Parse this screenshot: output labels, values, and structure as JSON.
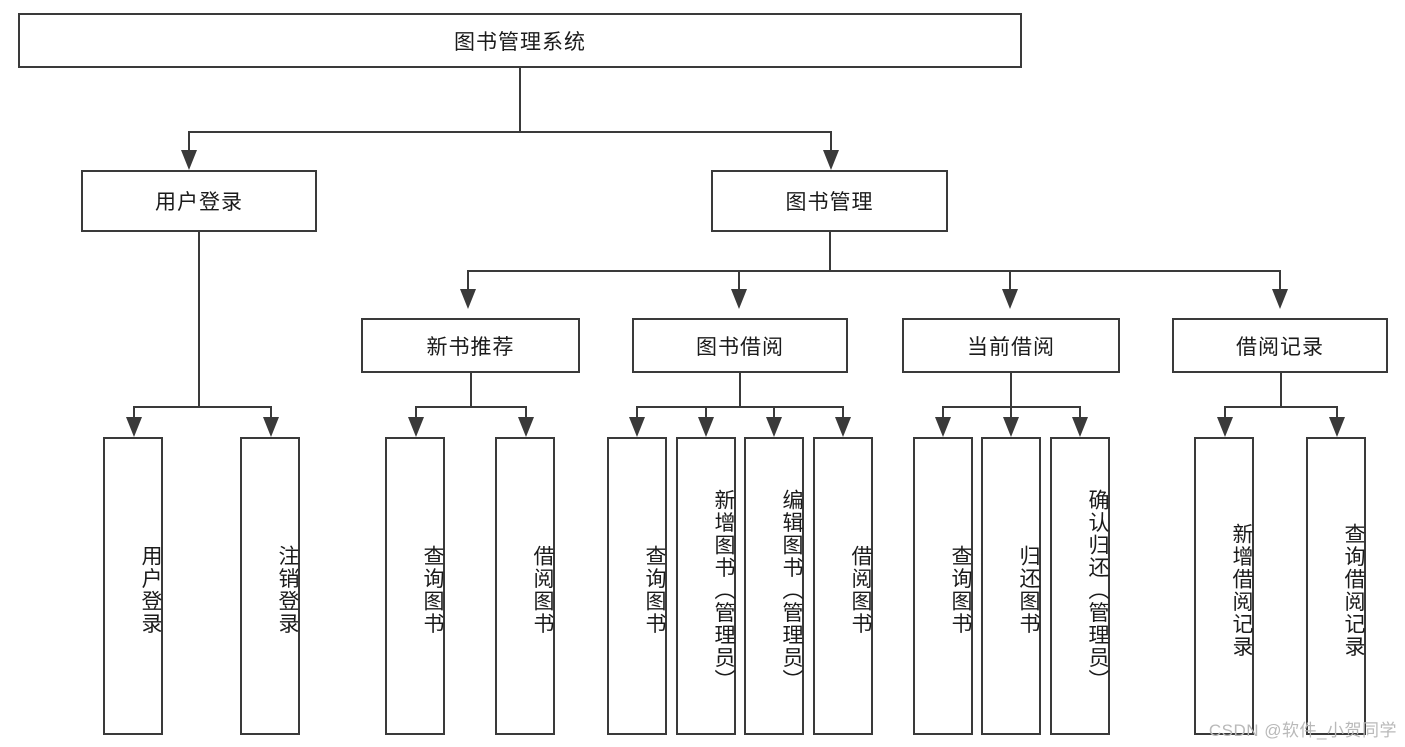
{
  "diagram": {
    "title": "图书管理系统",
    "type": "tree",
    "watermark": "CSDN @软件_小贺同学",
    "colors": {
      "stroke": "#3a3a3a",
      "box_fill": "#ffffff",
      "text": "#1b1b1b",
      "watermark": "#b9b9b9",
      "background": "#ffffff"
    },
    "levels": {
      "root": "图书管理系统",
      "level2": [
        "用户登录",
        "图书管理"
      ],
      "level3": [
        "新书推荐",
        "图书借阅",
        "当前借阅",
        "借阅记录"
      ]
    },
    "nodes": {
      "root": {
        "label": "图书管理系统"
      },
      "user_login": {
        "label": "用户登录"
      },
      "book_manage": {
        "label": "图书管理"
      },
      "new_book_rec": {
        "label": "新书推荐"
      },
      "book_borrow": {
        "label": "图书借阅"
      },
      "current_borrow": {
        "label": "当前借阅"
      },
      "borrow_record": {
        "label": "借阅记录"
      }
    },
    "leaves": {
      "user_login": [
        {
          "label": "用户登录"
        },
        {
          "label": "注销登录"
        }
      ],
      "new_book_rec": [
        {
          "label": "查询图书"
        },
        {
          "label": "借阅图书"
        }
      ],
      "book_borrow": [
        {
          "label": "查询图书"
        },
        {
          "label": "新增图书（管理员）"
        },
        {
          "label": "编辑图书（管理员）"
        },
        {
          "label": "借阅图书"
        }
      ],
      "current_borrow": [
        {
          "label": "查询图书"
        },
        {
          "label": "归还图书"
        },
        {
          "label": "确认归还（管理员）"
        }
      ],
      "borrow_record": [
        {
          "label": "新增借阅记录"
        },
        {
          "label": "查询借阅记录"
        }
      ]
    }
  }
}
